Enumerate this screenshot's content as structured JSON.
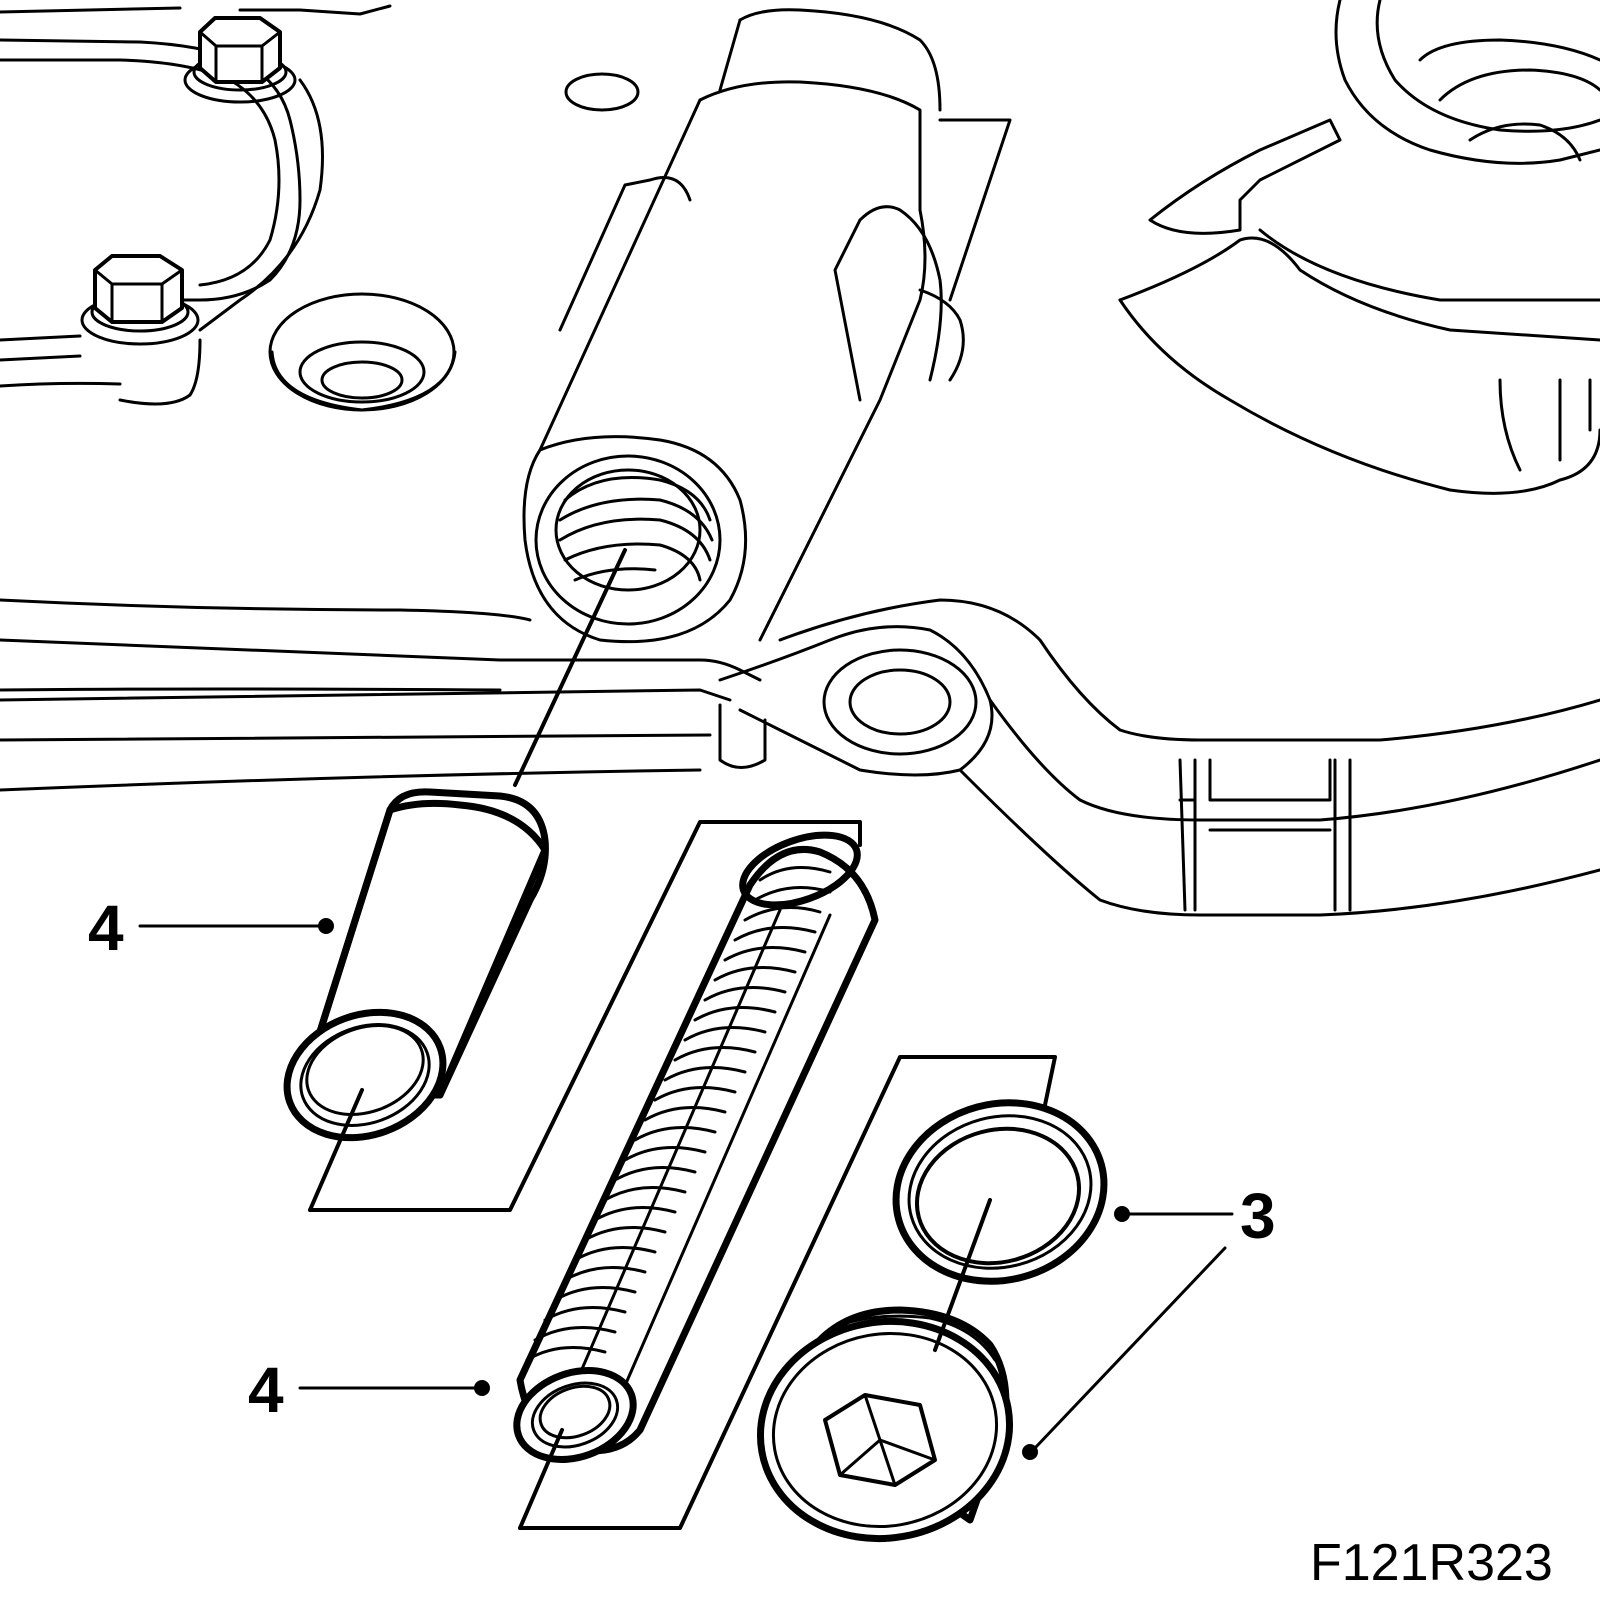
{
  "callouts": [
    {
      "id": "bushing",
      "label": "4"
    },
    {
      "id": "spring",
      "label": "4"
    },
    {
      "id": "seal-and-plug",
      "label": "3"
    }
  ],
  "figure_code": "F121R323"
}
